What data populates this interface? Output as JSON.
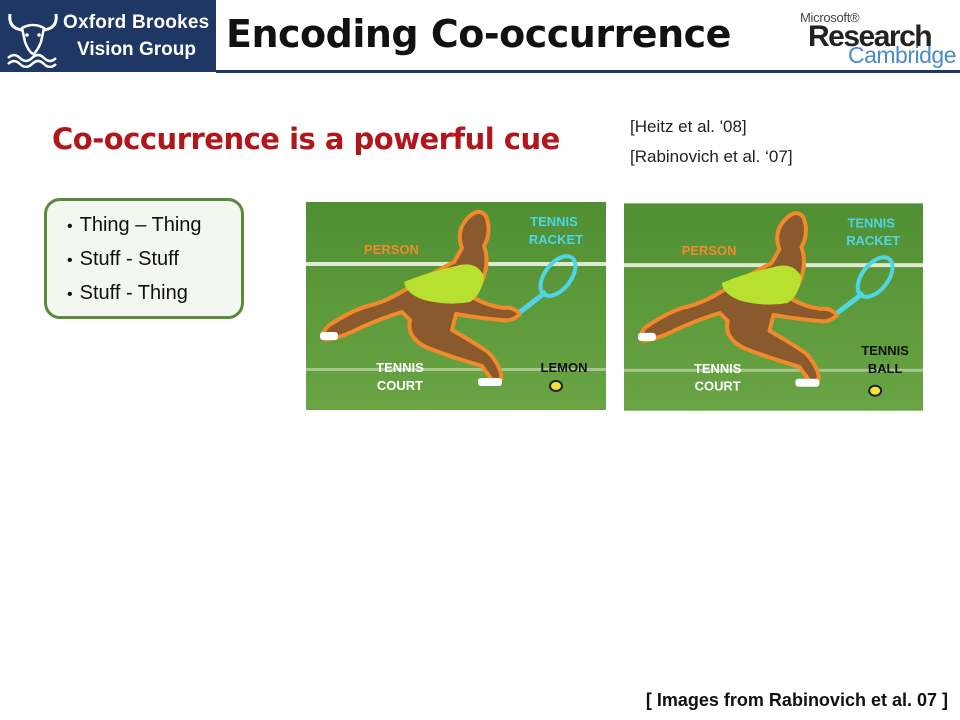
{
  "header": {
    "logo_line1": "Oxford Brookes",
    "logo_line2": "Vision Group",
    "title": "Encoding Co-occurrence",
    "msr_small": "Microsoft®",
    "msr_big": "Research",
    "msr_cambridge": "Cambridge"
  },
  "subtitle": "Co-occurrence is a powerful cue",
  "references": [
    "[Heitz et al. '08]",
    "[Rabinovich et al. ‘07]"
  ],
  "bullets": [
    "Thing – Thing",
    "Stuff - Stuff",
    "Stuff - Thing"
  ],
  "images": [
    {
      "labels": {
        "person": "PERSON",
        "racket_1": "TENNIS",
        "racket_2": "RACKET",
        "court_1": "TENNIS",
        "court_2": "COURT",
        "object_1": "LEMON",
        "object_2": ""
      }
    },
    {
      "labels": {
        "person": "PERSON",
        "racket_1": "TENNIS",
        "racket_2": "RACKET",
        "court_1": "TENNIS",
        "court_2": "COURT",
        "object_1": "TENNIS",
        "object_2": "BALL"
      }
    }
  ],
  "credit": "[ Images from Rabinovich et al. 07 ]",
  "colors": {
    "navy": "#1f3764",
    "title_red": "#b0161a",
    "box_border": "#5b8a3c",
    "court_green": "#5e9a3a",
    "label_orange": "#f08a2a",
    "label_cyan": "#4fd6e6"
  }
}
